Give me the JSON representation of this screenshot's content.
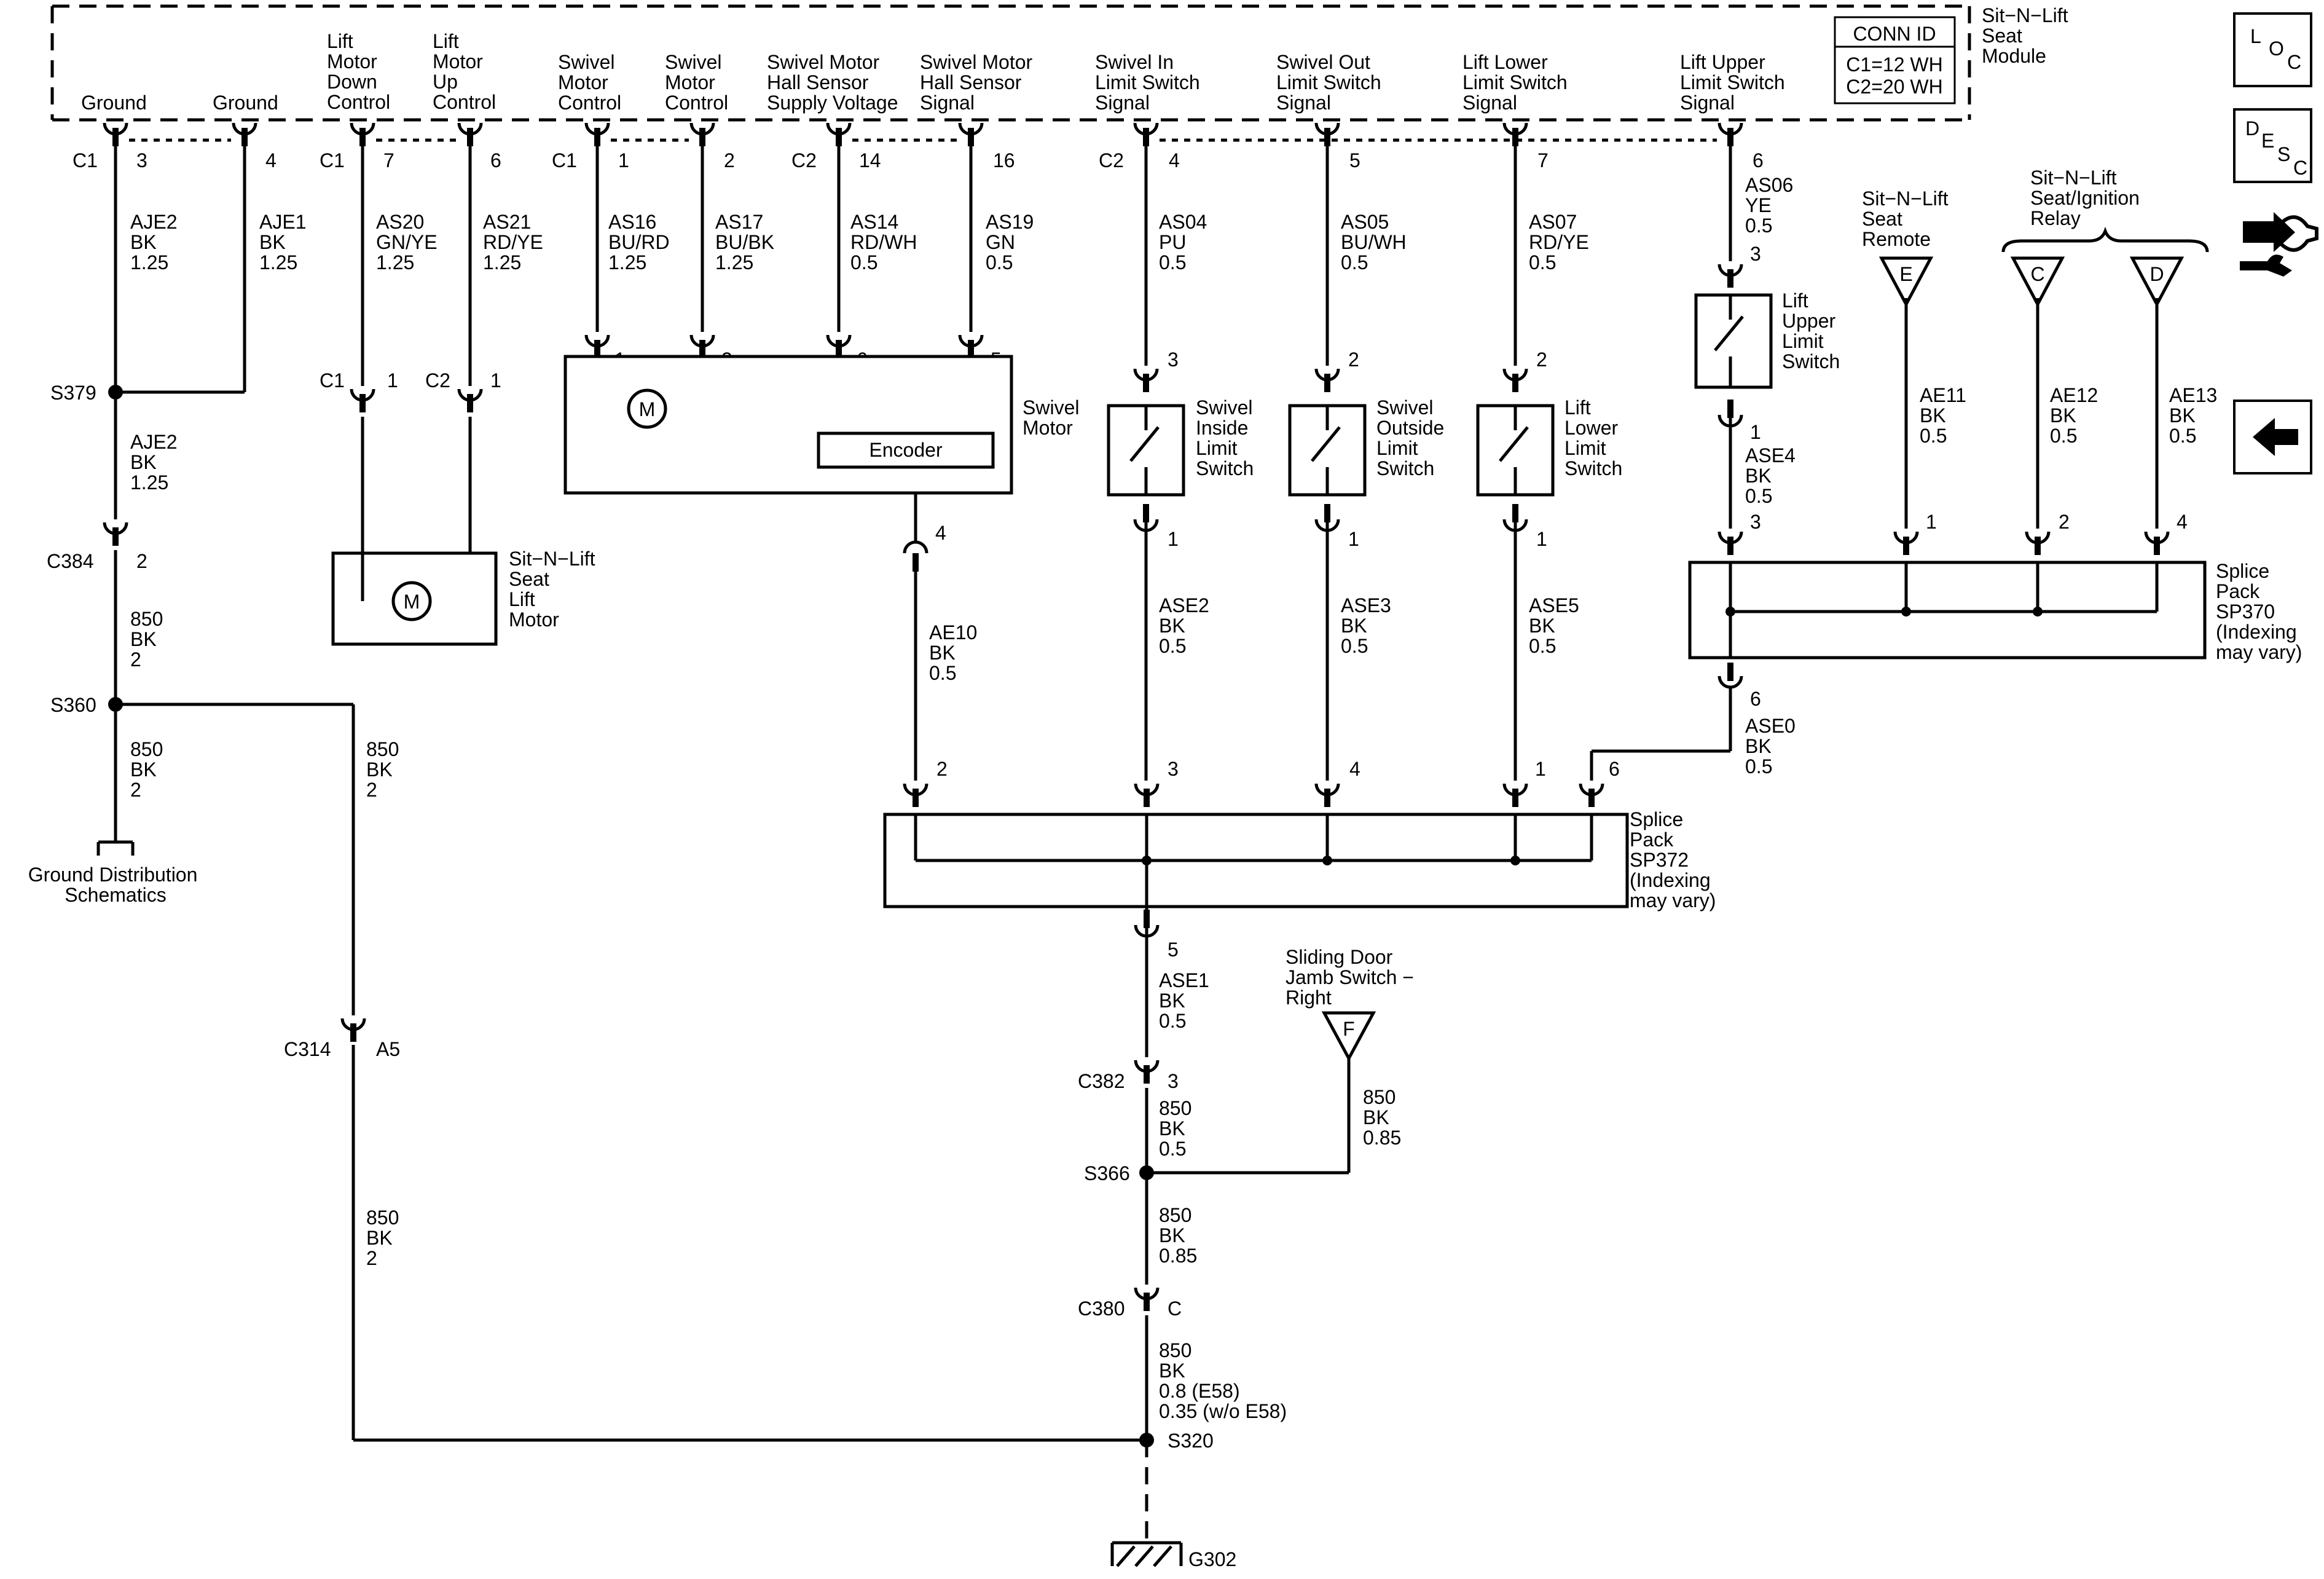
{
  "module": {
    "name": [
      "Sit−N−Lift",
      "Seat",
      "Module"
    ],
    "conn_id": {
      "title": "CONN ID",
      "c1": "C1=12 WH",
      "c2": "C2=20 WH"
    },
    "pins": [
      {
        "label": [
          "Ground"
        ]
      },
      {
        "label": [
          "Ground"
        ]
      },
      {
        "label": [
          "Lift",
          "Motor",
          "Down",
          "Control"
        ]
      },
      {
        "label": [
          "Lift",
          "Motor",
          "Up",
          "Control"
        ]
      },
      {
        "label": [
          "Swivel",
          "Motor",
          "Control"
        ]
      },
      {
        "label": [
          "Swivel",
          "Motor",
          "Control"
        ]
      },
      {
        "label": [
          "Swivel Motor",
          "Hall Sensor",
          "Supply Voltage"
        ]
      },
      {
        "label": [
          "Swivel Motor",
          "Hall Sensor",
          "Signal"
        ]
      },
      {
        "label": [
          "Swivel In",
          "Limit Switch",
          "Signal"
        ]
      },
      {
        "label": [
          "Swivel Out",
          "Limit Switch",
          "Signal"
        ]
      },
      {
        "label": [
          "Lift Lower",
          "Limit Switch",
          "Signal"
        ]
      },
      {
        "label": [
          "Lift Upper",
          "Limit Switch",
          "Signal"
        ]
      }
    ]
  },
  "connectors": {
    "c1": "C1",
    "c2": "C2",
    "p3": "3",
    "p4": "4",
    "p7": "7",
    "p6": "6",
    "p1": "1",
    "p2": "2",
    "p14": "14",
    "p16": "16",
    "p5": "5",
    "c384": "C384",
    "c314": "C314",
    "a5": "A5",
    "c382": "C382",
    "c380": "C380",
    "c": "C"
  },
  "splices": {
    "s379": "S379",
    "s360": "S360",
    "s366": "S366",
    "s320": "S320",
    "g302": "G302"
  },
  "wires": {
    "aje2": [
      "AJE2",
      "BK",
      "1.25"
    ],
    "aje1": [
      "AJE1",
      "BK",
      "1.25"
    ],
    "as20": [
      "AS20",
      "GN/YE",
      "1.25"
    ],
    "as21": [
      "AS21",
      "RD/YE",
      "1.25"
    ],
    "as16": [
      "AS16",
      "BU/RD",
      "1.25"
    ],
    "as17": [
      "AS17",
      "BU/BK",
      "1.25"
    ],
    "as14": [
      "AS14",
      "RD/WH",
      "0.5"
    ],
    "as19": [
      "AS19",
      "GN",
      "0.5"
    ],
    "as04": [
      "AS04",
      "PU",
      "0.5"
    ],
    "as05": [
      "AS05",
      "BU/WH",
      "0.5"
    ],
    "as07": [
      "AS07",
      "RD/YE",
      "0.5"
    ],
    "as06": [
      "AS06",
      "YE",
      "0.5"
    ],
    "aje2b": [
      "AJE2",
      "BK",
      "1.25"
    ],
    "w850a": [
      "850",
      "BK",
      "2"
    ],
    "w850b": [
      "850",
      "BK",
      "2"
    ],
    "w850c": [
      "850",
      "BK",
      "2"
    ],
    "w850d": [
      "850",
      "BK",
      "2"
    ],
    "ae10": [
      "AE10",
      "BK",
      "0.5"
    ],
    "ase2": [
      "ASE2",
      "BK",
      "0.5"
    ],
    "ase3": [
      "ASE3",
      "BK",
      "0.5"
    ],
    "ase5": [
      "ASE5",
      "BK",
      "0.5"
    ],
    "ase4": [
      "ASE4",
      "BK",
      "0.5"
    ],
    "ase0": [
      "ASE0",
      "BK",
      "0.5"
    ],
    "ae11": [
      "AE11",
      "BK",
      "0.5"
    ],
    "ae12": [
      "AE12",
      "BK",
      "0.5"
    ],
    "ae13": [
      "AE13",
      "BK",
      "0.5"
    ],
    "ase1": [
      "ASE1",
      "BK",
      "0.5"
    ],
    "w850e": [
      "850",
      "BK",
      "0.5"
    ],
    "w850f": [
      "850",
      "BK",
      "0.85"
    ],
    "w850g": [
      "850",
      "BK",
      "0.85"
    ],
    "w850h": [
      "850",
      "BK",
      "0.8 (E58)",
      "0.35 (w/o E58)"
    ]
  },
  "components": {
    "lift_motor": [
      "Sit−N−Lift",
      "Seat",
      "Lift",
      "Motor"
    ],
    "swivel_motor": [
      "Swivel",
      "Motor"
    ],
    "encoder": "Encoder",
    "motor_symbol": "M",
    "sw_inside": [
      "Swivel",
      "Inside",
      "Limit",
      "Switch"
    ],
    "sw_outside": [
      "Swivel",
      "Outside",
      "Limit",
      "Switch"
    ],
    "sw_lower": [
      "Lift",
      "Lower",
      "Limit",
      "Switch"
    ],
    "sw_upper": [
      "Lift",
      "Upper",
      "Limit",
      "Switch"
    ],
    "sp372": [
      "Splice",
      "Pack",
      "SP372",
      "(Indexing",
      "may vary)"
    ],
    "sp370": [
      "Splice",
      "Pack",
      "SP370",
      "(Indexing",
      "may vary)"
    ],
    "ground_dist": [
      "Ground Distribution",
      "Schematics"
    ],
    "seat_remote": [
      "Sit−N−Lift",
      "Seat",
      "Remote"
    ],
    "relay": [
      "Sit−N−Lift",
      "Seat/Ignition",
      "Relay"
    ],
    "door_jamb": [
      "Sliding Door",
      "Jamb Switch −",
      "Right"
    ],
    "ref_e": "E",
    "ref_c": "C",
    "ref_d": "D",
    "ref_f": "F"
  },
  "nav": {
    "loc": [
      "L",
      "O",
      "C"
    ],
    "desc": [
      "D",
      "E",
      "S",
      "C"
    ]
  }
}
